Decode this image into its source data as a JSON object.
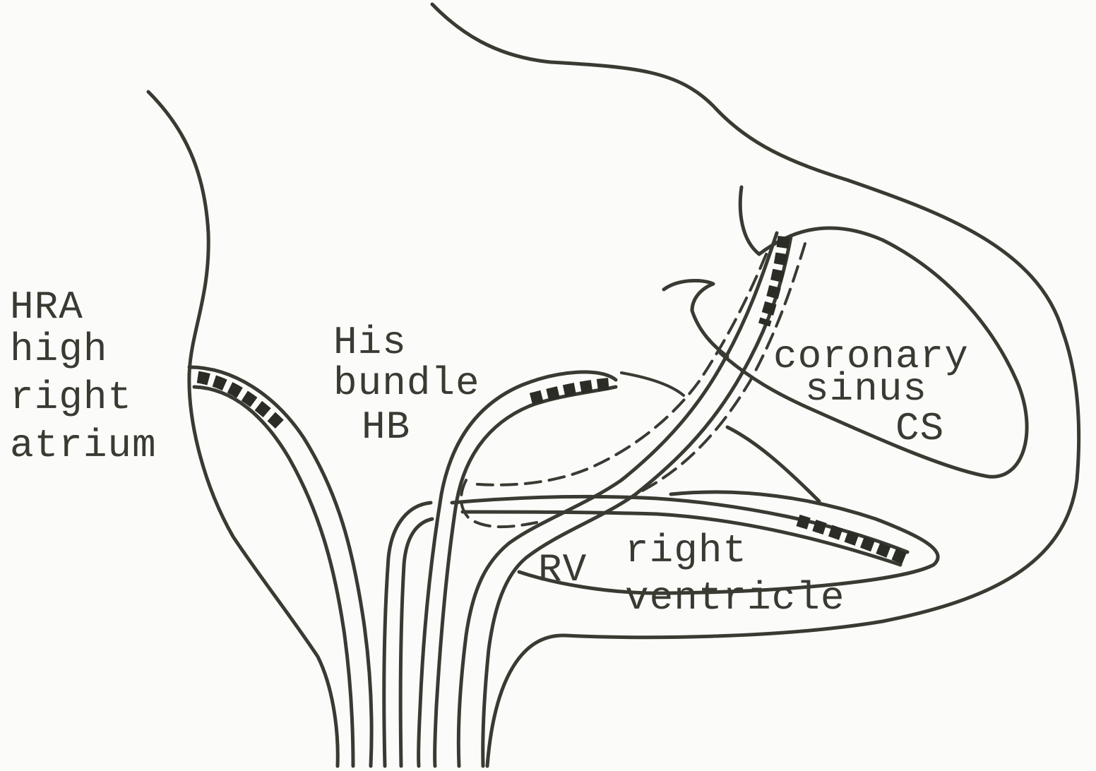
{
  "labels": {
    "hra_abbr": "HRA",
    "hra_line1": "high",
    "hra_line2": "right",
    "hra_line3": "atrium",
    "his_line1": "His",
    "his_line2": "bundle",
    "his_abbr": "HB",
    "cs_line1": "coronary",
    "cs_line2": "sinus",
    "cs_abbr": "CS",
    "rv_abbr": "RV",
    "rv_line1": "right",
    "rv_line2": "ventricle"
  },
  "colors": {
    "ink": "#3a3a33",
    "paper": "#fbfbf9"
  }
}
